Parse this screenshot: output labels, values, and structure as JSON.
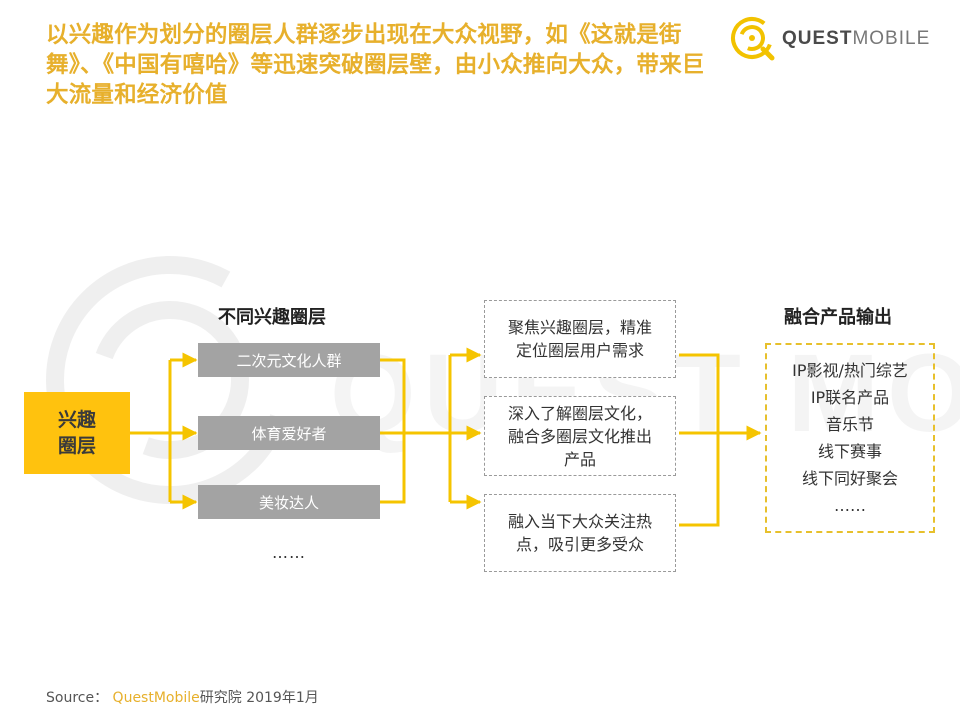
{
  "title": "以兴趣作为划分的圈层人群逐步出现在大众视野，如《这就是街舞》、《中国有嘻哈》等迅速突破圈层壁，由小众推向大众，带来巨大流量和经济价值",
  "logo": {
    "quest": "QUEST",
    "mobile": "MOBILE"
  },
  "watermark_text": "QUEST MOBILE",
  "source_node": {
    "line1": "兴趣",
    "line2": "圈层"
  },
  "circles": {
    "heading": "不同兴趣圈层",
    "items": [
      "二次元文化人群",
      "体育爱好者",
      "美妆达人"
    ],
    "more": "……"
  },
  "strategies": [
    {
      "line1": "聚焦兴趣圈层，精准",
      "line2": "定位圈层用户需求",
      "line3": ""
    },
    {
      "line1": "深入了解圈层文化，",
      "line2": "融合多圈层文化推出",
      "line3": "产品"
    },
    {
      "line1": "融入当下大众关注热",
      "line2": "点，吸引更多受众",
      "line3": ""
    }
  ],
  "output": {
    "heading": "融合产品输出",
    "items": [
      "IP影视/热门综艺",
      "IP联名产品",
      "音乐节",
      "线下赛事",
      "线下同好聚会",
      "……"
    ]
  },
  "footer": {
    "label": "Source：",
    "brand": "QuestMobile",
    "suffix": "研究院 2019年1月"
  },
  "colors": {
    "accent": "#ffc20e",
    "title": "#e7b02c",
    "connector": "#f5c400",
    "gray_box": "#a3a3a3"
  }
}
